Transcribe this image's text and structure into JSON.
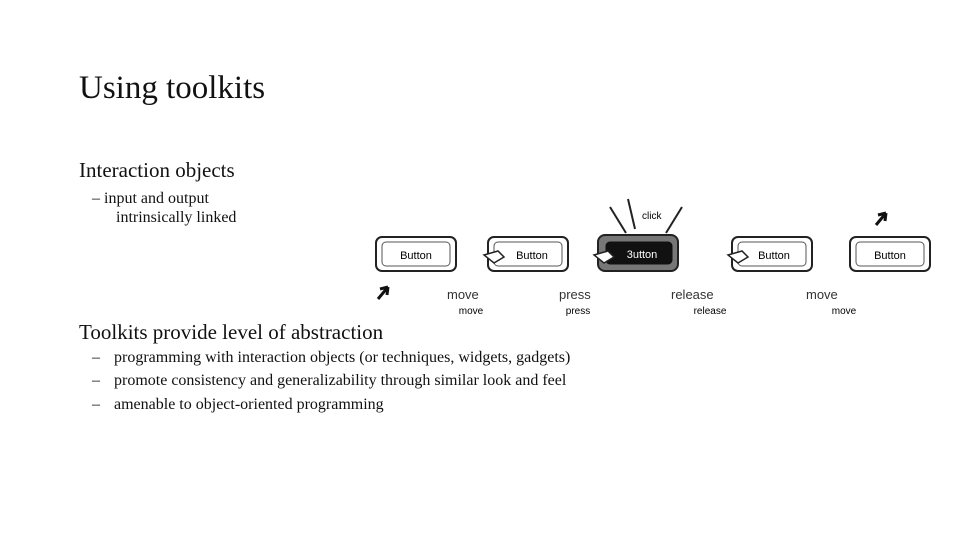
{
  "slide": {
    "title": "Using toolkits",
    "section1": {
      "heading": "Interaction objects",
      "bullets": [
        "– input and output",
        "intrinsically linked"
      ]
    },
    "section2": {
      "heading": "Toolkits provide level of abstraction",
      "bullets": [
        "programming with interaction objects (or techniques, widgets, gadgets)",
        "promote consistency and generalizability through similar look and feel",
        "amenable to object-oriented programming"
      ],
      "dash": "–"
    }
  },
  "diagram": {
    "button_label": "Button",
    "pressed_label": "3utton",
    "click_text": "click",
    "caption_labels": [
      "move",
      "press",
      "release",
      "move"
    ],
    "image_labels": [
      "move",
      "press",
      "release",
      "move"
    ]
  }
}
